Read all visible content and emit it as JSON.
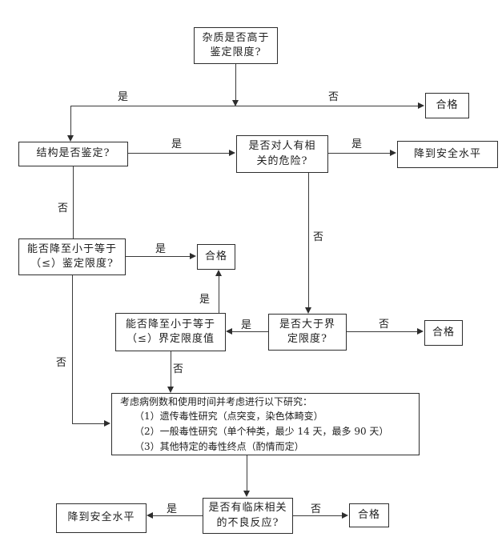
{
  "diagram": {
    "type": "flowchart",
    "background_color": "#ffffff",
    "line_color": "#3a3a3a",
    "text_color": "#1d1d1d",
    "labels": {
      "yes": "是",
      "no": "否"
    },
    "nodes": {
      "impurity_question": {
        "line1": "杂质是否高于",
        "line2": "鉴定限度?"
      },
      "qualified": "合格",
      "structure_question": "结构是否鉴定?",
      "human_risk_question": {
        "line1": "是否对人有相",
        "line2": "关的危险?"
      },
      "reduce_to_safe_level": "降到安全水平",
      "reduce_below_identification_limit": {
        "line1": "能否降至小于等于",
        "line2": "（≤）鉴定限度?"
      },
      "reduce_below_qualification_limit": {
        "line1": "能否降至小于等于",
        "line2": "（≤）界定限度值"
      },
      "above_qualification_limit_question": {
        "line1": "是否大于界",
        "line2": "定限度?"
      },
      "studies": {
        "heading": "考虑病例数和使用时间并考虑进行以下研究：",
        "item1": "（1）遗传毒性研究（点突变，染色体畸变）",
        "item2": "（2）一般毒性研究（单个种类，最少 14 天，最多 90 天）",
        "item3": "（3）其他特定的毒性终点（酌情而定）"
      },
      "clinical_question": {
        "line1": "是否有临床相关",
        "line2": "的不良反应?"
      }
    }
  }
}
